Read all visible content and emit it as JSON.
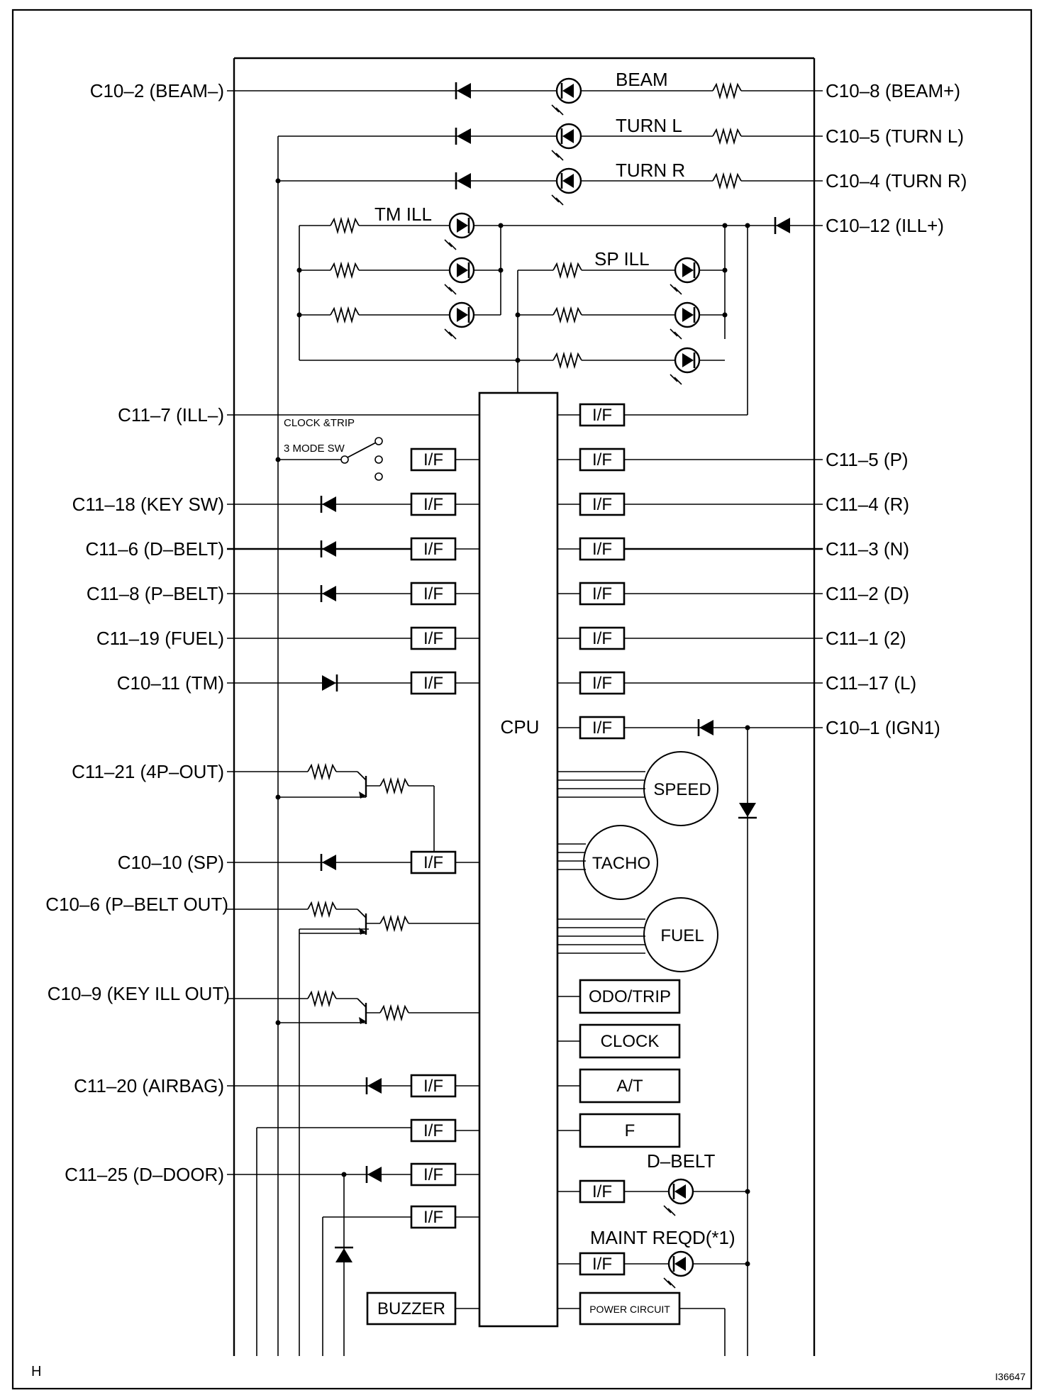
{
  "left_connectors": [
    {
      "id": "l1",
      "label": "C10–2 (BEAM–)"
    },
    {
      "id": "l2",
      "label": "C11–7 (ILL–)"
    },
    {
      "id": "l3",
      "label": "C11–18 (KEY SW)"
    },
    {
      "id": "l4",
      "label": "C11–6 (D–BELT)"
    },
    {
      "id": "l5",
      "label": "C11–8 (P–BELT)"
    },
    {
      "id": "l6",
      "label": "C11–19 (FUEL)"
    },
    {
      "id": "l7",
      "label": "C10–11 (TM)"
    },
    {
      "id": "l8",
      "label": "C11–21 (4P–OUT)"
    },
    {
      "id": "l9",
      "label": "C10–10 (SP)"
    },
    {
      "id": "l10",
      "label": "C10–6 (P–BELT OUT)"
    },
    {
      "id": "l11",
      "label": "C10–9 (KEY ILL OUT)"
    },
    {
      "id": "l12",
      "label": "C11–20 (AIRBAG)"
    },
    {
      "id": "l13",
      "label": "C11–25 (D–DOOR)"
    }
  ],
  "right_connectors": [
    {
      "id": "r1",
      "label": "C10–8 (BEAM+)"
    },
    {
      "id": "r2",
      "label": "C10–5 (TURN L)"
    },
    {
      "id": "r3",
      "label": "C10–4 (TURN R)"
    },
    {
      "id": "r4",
      "label": "C10–12 (ILL+)"
    },
    {
      "id": "r5",
      "label": "C11–5 (P)"
    },
    {
      "id": "r6",
      "label": "C11–4 (R)"
    },
    {
      "id": "r7",
      "label": "C11–3 (N)"
    },
    {
      "id": "r8",
      "label": "C11–2 (D)"
    },
    {
      "id": "r9",
      "label": "C11–1 (2)"
    },
    {
      "id": "r10",
      "label": "C11–17 (L)"
    },
    {
      "id": "r11",
      "label": "C10–1 (IGN1)"
    }
  ],
  "lamps": {
    "beam": "BEAM",
    "turn_l": "TURN L",
    "turn_r": "TURN R",
    "tm_ill": "TM ILL",
    "sp_ill": "SP ILL",
    "d_belt": "D–BELT",
    "maint_reqd": "MAINT REQD(*1)"
  },
  "switch": {
    "line1": "CLOCK &TRIP",
    "line2": "3 MODE SW"
  },
  "blocks": {
    "cpu": "CPU",
    "interface": "I/F",
    "buzzer": "BUZZER",
    "odo_trip": "ODO/TRIP",
    "clock": "CLOCK",
    "at": "A/T",
    "f": "F",
    "power_circuit": "POWER CIRCUIT"
  },
  "gauges": {
    "speed": "SPEED",
    "tacho": "TACHO",
    "fuel": "FUEL"
  },
  "corner_labels": {
    "bottom_left": "H",
    "bottom_right": "I36647"
  }
}
